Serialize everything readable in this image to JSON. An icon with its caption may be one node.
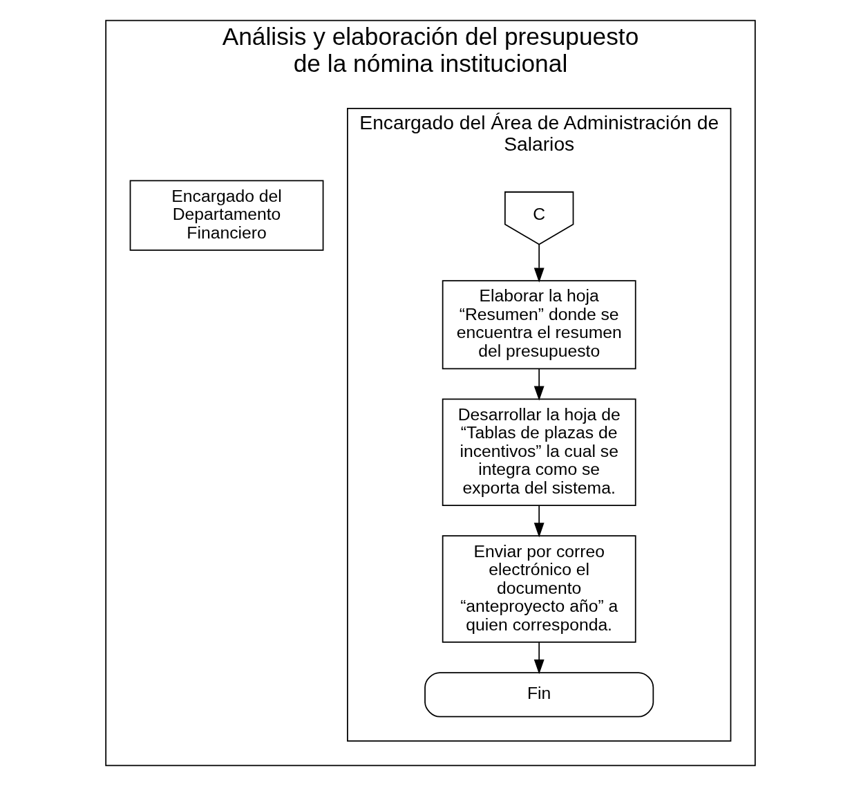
{
  "diagram": {
    "nodes": [
      {
        "text": [
          "Análisis y elaboración del presupuesto de la nómina institucional"
        ]
      },
      {
        "text": [
          "Encargado del Área de Administración de Salarios"
        ],
        "in": 0
      },
      {
        "text": [
          "Encargado del Departamento Financiero"
        ],
        "in": 0
      },
      {
        "text": [
          "C"
        ],
        "in": 1
      },
      {
        "text": [
          "Elaborar la hoja “Resumen” donde se encuentra el resumen del presupuesto"
        ],
        "in": 1
      },
      {
        "text": [
          "Desarrollar la hoja de “Tablas de plazas de incentivos” la cual se integra como se exporta del sistema."
        ],
        "in": 1
      },
      {
        "text": [
          "Enviar por correo electrónico el documento “anteproyecto año” a quien corresponda."
        ],
        "in": 1
      },
      {
        "text": [
          "Fin"
        ],
        "in": 1
      }
    ],
    "edges": [
      {
        "from": 3,
        "to": 4,
        "arrow": "to"
      },
      {
        "from": 4,
        "to": 5,
        "arrow": "to"
      },
      {
        "from": 5,
        "to": 6,
        "arrow": "to"
      },
      {
        "from": 6,
        "to": 7,
        "arrow": "to"
      }
    ]
  }
}
